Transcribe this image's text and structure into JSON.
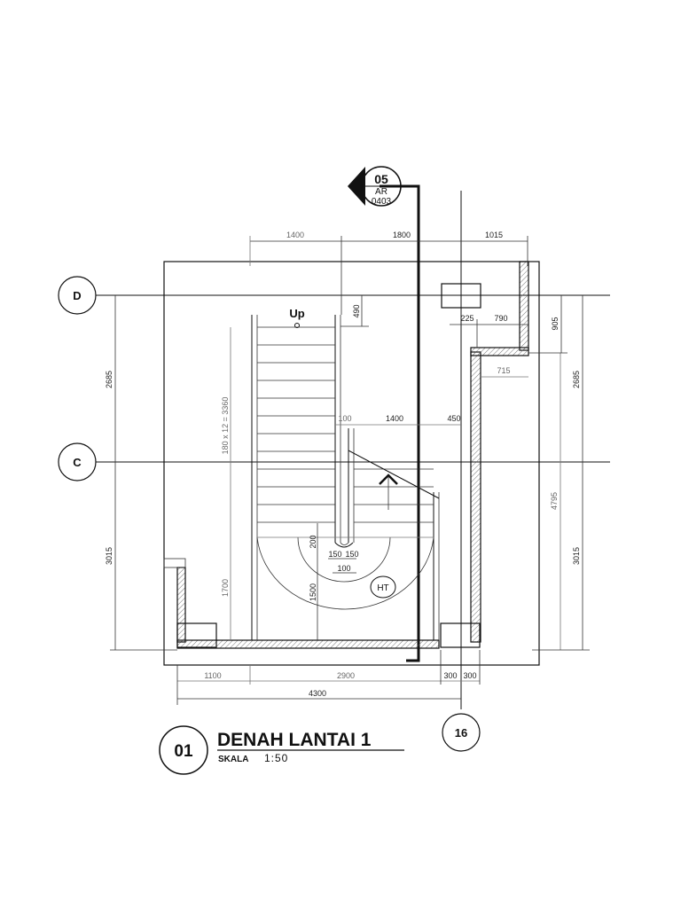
{
  "title": {
    "number": "01",
    "name": "DENAH LANTAI 1",
    "scale_label": "SKALA",
    "scale_value": "1:50"
  },
  "section_marker": {
    "number": "05",
    "sheet_prefix": "AR",
    "sheet_number": "0403"
  },
  "grid": {
    "row_d": "D",
    "row_c": "C",
    "col_16": "16"
  },
  "labels": {
    "up": "Up",
    "tread": "180 x 12 = 3360",
    "ht": "HT"
  },
  "dimensions": {
    "top": [
      "1400",
      "1800",
      "1015"
    ],
    "left": [
      "2685",
      "3015"
    ],
    "right": [
      "905",
      "2685",
      "3015",
      "4795",
      "715"
    ],
    "bottom": [
      "1100",
      "2900",
      "300",
      "300"
    ],
    "bottom_total": "4300",
    "inner": [
      "490",
      "225",
      "790",
      "100",
      "1400",
      "450",
      "200",
      "150",
      "150",
      "100",
      "1500",
      "1700"
    ]
  }
}
